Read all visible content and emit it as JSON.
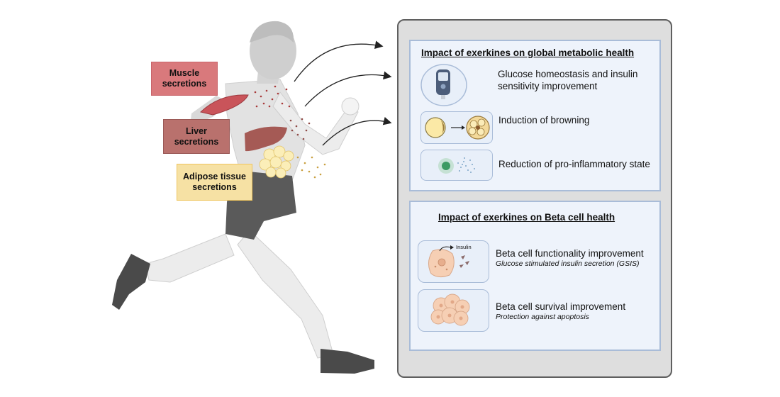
{
  "secretions": {
    "muscle": "Muscle secretions",
    "liver": "Liver secretions",
    "adipose": "Adipose tissue secretions"
  },
  "panel_global": {
    "heading": "Impact of exerkines on global metabolic health",
    "items": [
      {
        "text": "Glucose homeostasis and insulin sensitivity improvement",
        "icon": "glucometer-icon"
      },
      {
        "text": "Induction of browning",
        "icon": "adipocyte-browning-icon"
      },
      {
        "text": "Reduction of pro-inflammatory state",
        "icon": "inflammatory-cell-icon"
      }
    ]
  },
  "panel_beta": {
    "heading": "Impact of exerkines on Beta cell health",
    "items": [
      {
        "text": "Beta cell functionality improvement",
        "subtext": "Glucose stimulated insulin secretion (GSIS)",
        "icon": "beta-cell-insulin-icon",
        "icon_label": "Insulin"
      },
      {
        "text": "Beta cell survival improvement",
        "subtext": "Protection against apoptosis",
        "icon": "beta-cell-cluster-icon"
      }
    ]
  },
  "colors": {
    "muscle": "#d9797c",
    "liver": "#b9716d",
    "adipose": "#f6e1a4",
    "panel_bg": "#dedede",
    "subpanel_bg": "#eef3fb",
    "subpanel_border": "#a9bcd8"
  }
}
